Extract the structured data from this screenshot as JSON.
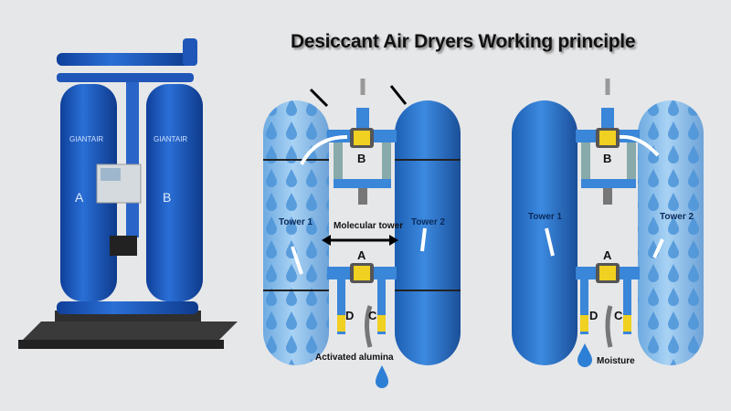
{
  "title": "Desiccant Air Dryers Working principle",
  "photo": {
    "brand": "GIANTAIR",
    "tower_labels": [
      "A",
      "B"
    ]
  },
  "diagram_left": {
    "tower_1_label": "Tower 1",
    "tower_2_label": "Tower 2",
    "molecular_label": "Molecular tower",
    "valve_top_label": "B",
    "valve_bottom_label": "A",
    "port_left_label": "D",
    "port_right_label": "C",
    "bottom_label": "Activated alumina"
  },
  "diagram_right": {
    "tower_1_label": "Tower 1",
    "tower_2_label": "Tower 2",
    "valve_top_label": "B",
    "valve_bottom_label": "A",
    "port_left_label": "D",
    "port_right_label": "C",
    "bottom_label": "Moisture"
  },
  "colors": {
    "background": "#e6e7e9",
    "tower_dark": "#2f7ad0",
    "tower_light": "#8cc0ec",
    "valve_yellow": "#f0d020",
    "frame": "#2a2a2a"
  }
}
